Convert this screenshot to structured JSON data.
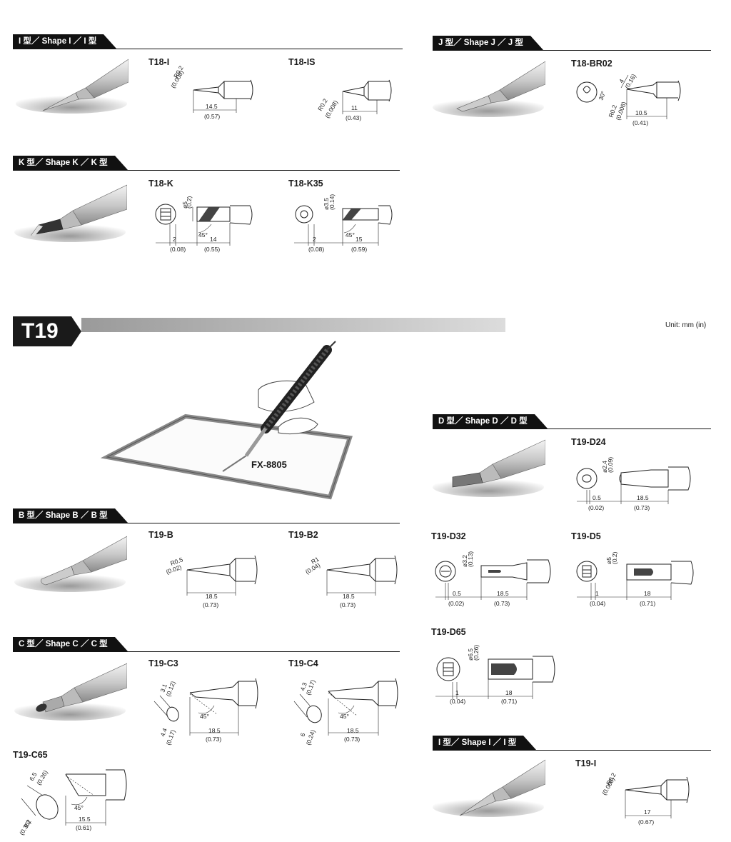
{
  "sections": {
    "i_shape": "I 型／ Shape I ／ I 型",
    "j_shape": "J 型／ Shape J ／ J 型",
    "k_shape": "K 型／ Shape K ／ K 型",
    "d_shape": "D 型／ Shape D ／ D 型",
    "b_shape": "B 型／ Shape B ／ B 型",
    "c_shape": "C 型／ Shape C ／ C 型",
    "i_shape2": "I 型／ Shape I ／ I 型"
  },
  "series_title": "T19",
  "unit_label": "Unit: mm (in)",
  "product_model": "FX-8805",
  "tips": {
    "t18_i": {
      "code": "T18-I",
      "r": "R0.2",
      "r_in": "(0.008)",
      "len": "14.5",
      "len_in": "(0.57)"
    },
    "t18_is": {
      "code": "T18-IS",
      "r": "R0.2",
      "r_in": "(0.008)",
      "len": "11",
      "len_in": "(0.43)"
    },
    "t18_br02": {
      "code": "T18-BR02",
      "a": "4",
      "a_in": "(0.16)",
      "angle": "30°",
      "r": "R0.2",
      "r_in": "(0.008)",
      "len": "10.5",
      "len_in": "(0.41)"
    },
    "t18_k": {
      "code": "T18-K",
      "d": "ø5",
      "d_in": "(0.2)",
      "angle": "45°",
      "w": "2",
      "w_in": "(0.08)",
      "len": "14",
      "len_in": "(0.55)"
    },
    "t18_k35": {
      "code": "T18-K35",
      "d": "ø3.5",
      "d_in": "(0.14)",
      "angle": "45°",
      "w": "2",
      "w_in": "(0.08)",
      "len": "15",
      "len_in": "(0.59)"
    },
    "t19_d24": {
      "code": "T19-D24",
      "d": "ø2.4",
      "d_in": "(0.09)",
      "w": "0.5",
      "w_in": "(0.02)",
      "len": "18.5",
      "len_in": "(0.73)"
    },
    "t19_b": {
      "code": "T19-B",
      "r": "R0.5",
      "r_in": "(0.02)",
      "len": "18.5",
      "len_in": "(0.73)"
    },
    "t19_b2": {
      "code": "T19-B2",
      "r": "R1",
      "r_in": "(0.04)",
      "len": "18.5",
      "len_in": "(0.73)"
    },
    "t19_d32": {
      "code": "T19-D32",
      "d": "ø3.2",
      "d_in": "(0.13)",
      "w": "0.5",
      "w_in": "(0.02)",
      "len": "18.5",
      "len_in": "(0.73)"
    },
    "t19_d5": {
      "code": "T19-D5",
      "d": "ø5",
      "d_in": "(0.2)",
      "w": "1",
      "w_in": "(0.04)",
      "len": "18",
      "len_in": "(0.71)"
    },
    "t19_d65": {
      "code": "T19-D65",
      "d": "ø6.5",
      "d_in": "(0.26)",
      "w": "1",
      "w_in": "(0.04)",
      "len": "18",
      "len_in": "(0.71)"
    },
    "t19_c3": {
      "code": "T19-C3",
      "a": "3.1",
      "a_in": "(0.12)",
      "b": "4.4",
      "b_in": "(0.17)",
      "angle": "45°",
      "len": "18.5",
      "len_in": "(0.73)"
    },
    "t19_c4": {
      "code": "T19-C4",
      "a": "4.3",
      "a_in": "(0.17)",
      "b": "6",
      "b_in": "(0.24)",
      "angle": "45°",
      "len": "18.5",
      "len_in": "(0.73)"
    },
    "t19_c65": {
      "code": "T19-C65",
      "a": "6.5",
      "a_in": "(0.26)",
      "b": "9.2",
      "b_in": "(0.36)",
      "angle": "45°",
      "len": "15.5",
      "len_in": "(0.61)"
    },
    "t19_i": {
      "code": "T19-I",
      "r": "R0.2",
      "r_in": "(0.008)",
      "len": "17",
      "len_in": "(0.67)"
    }
  }
}
